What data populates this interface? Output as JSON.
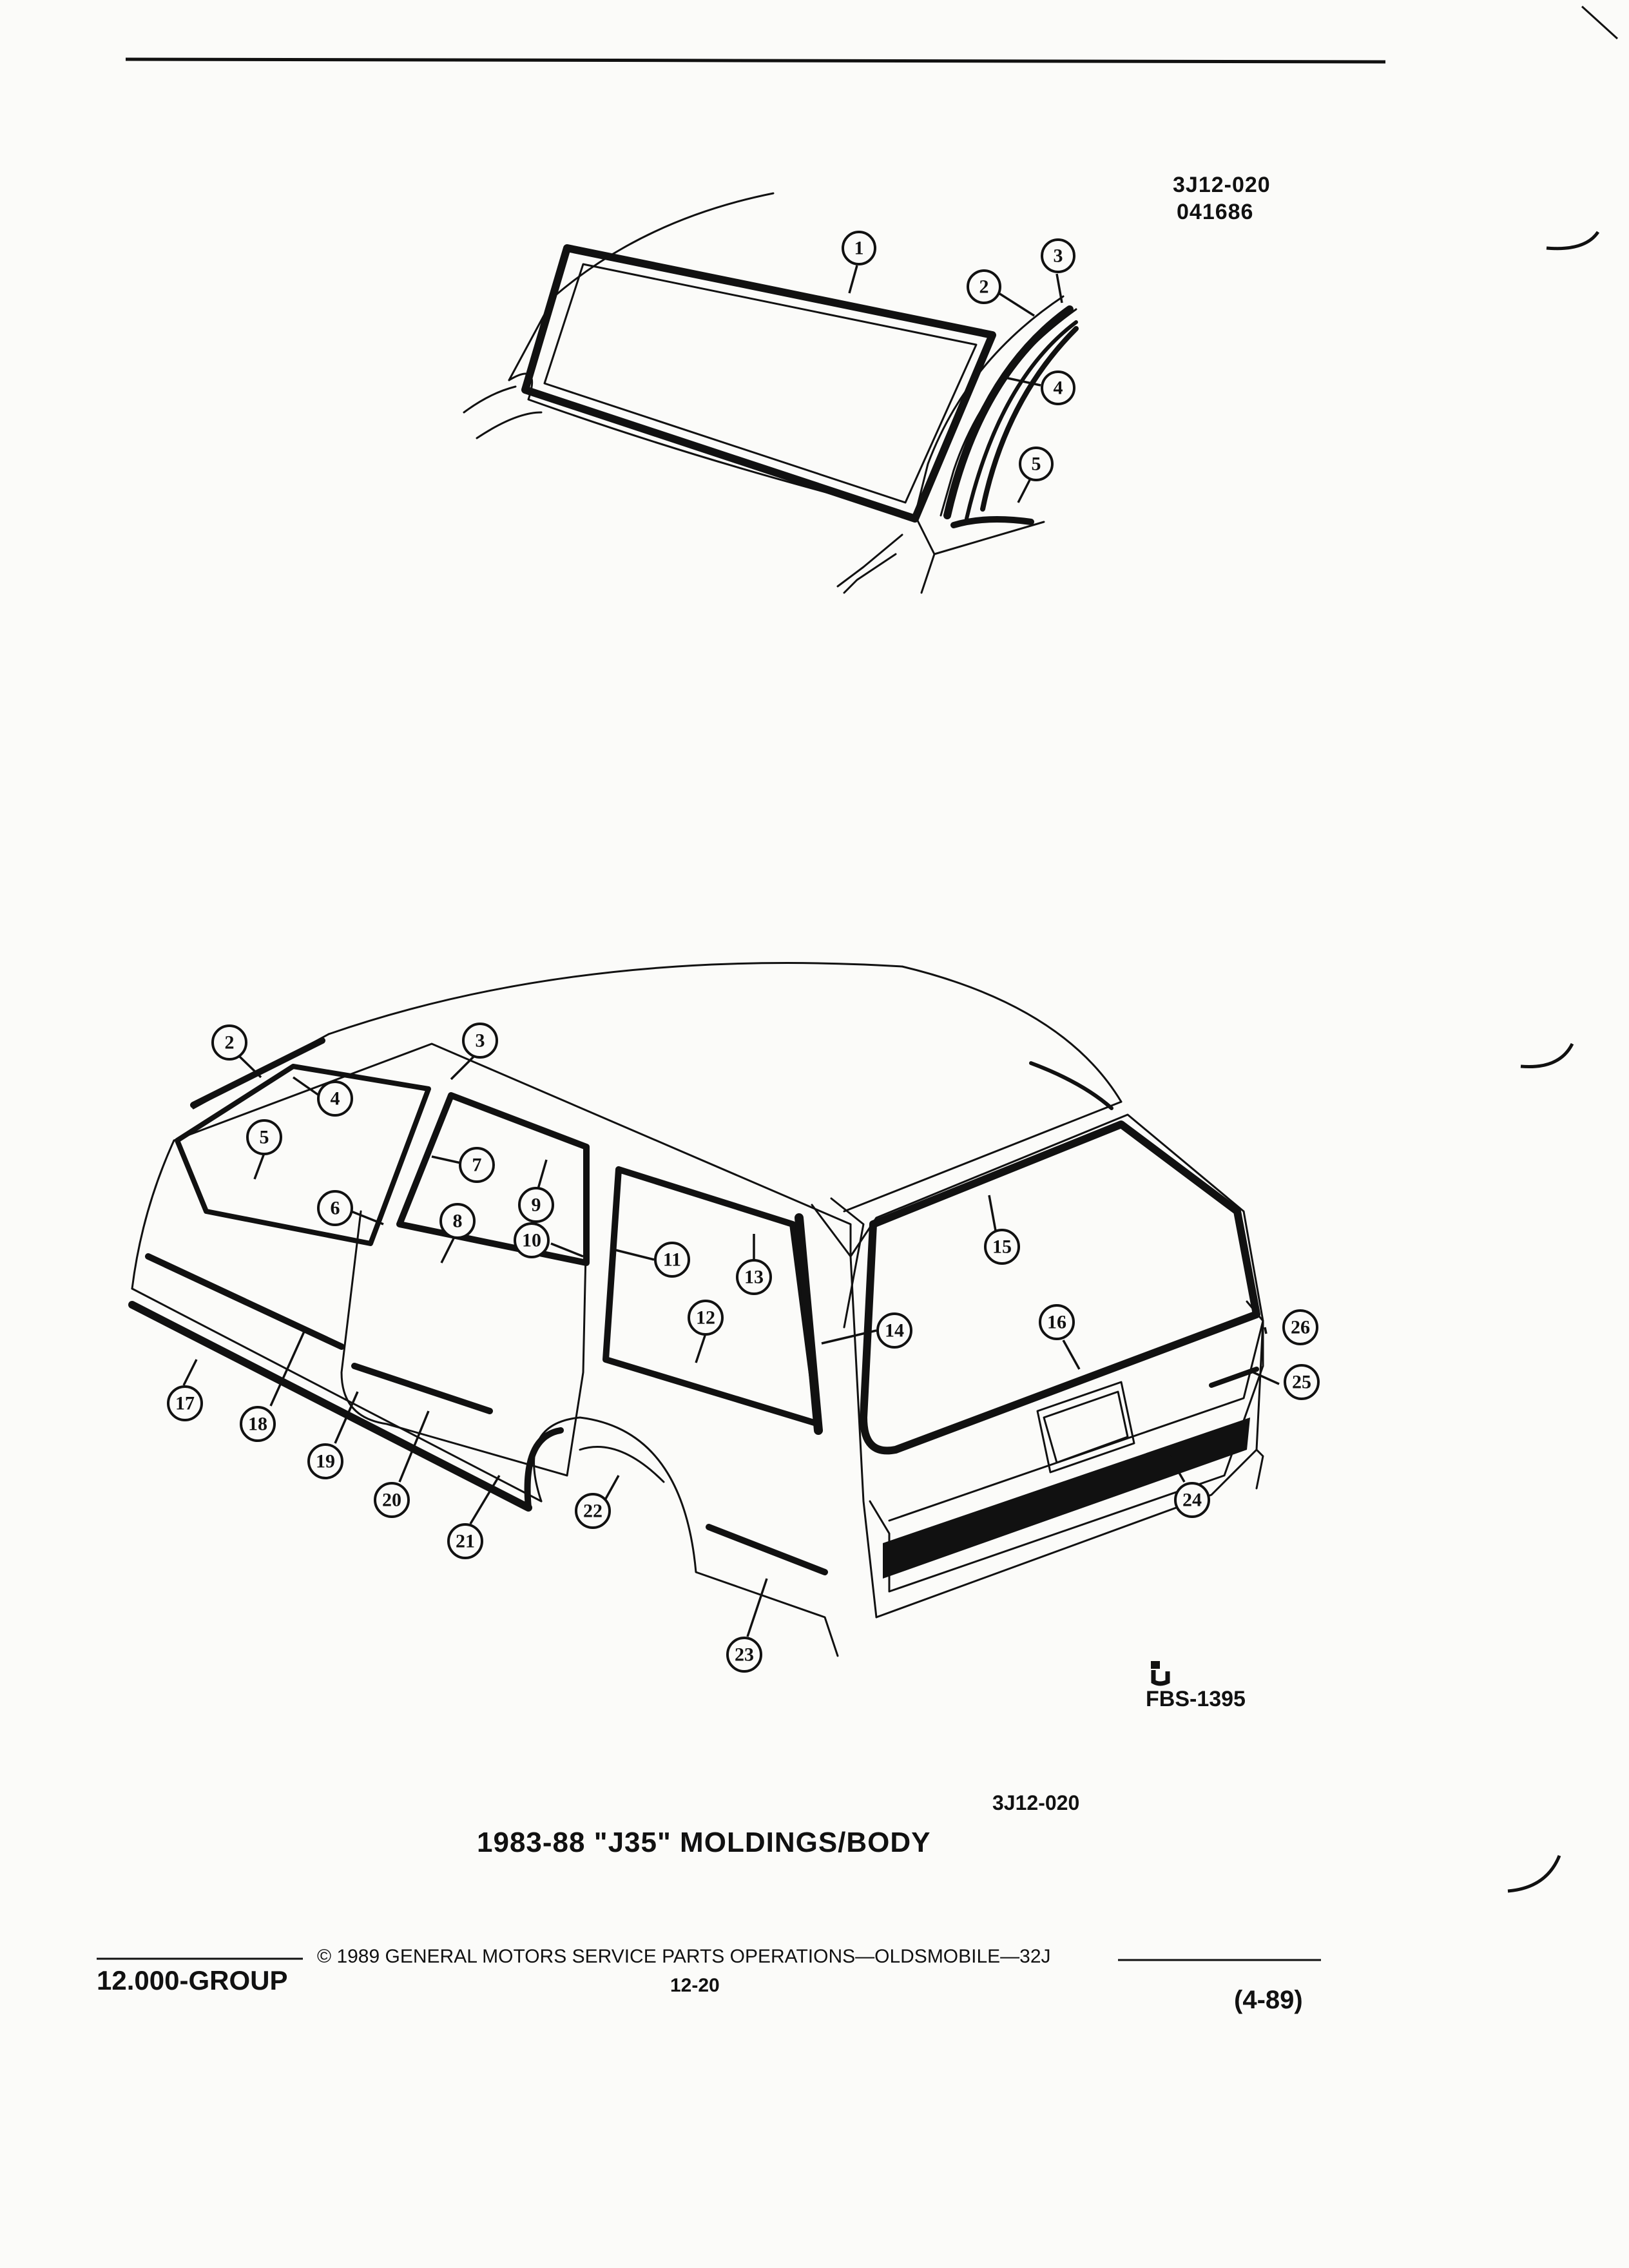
{
  "header": {
    "code_line1": "3J12-020",
    "code_line2": "041686"
  },
  "figure": {
    "fbs_code": "FBS-1395",
    "ref_code": "3J12-020",
    "title": "1983-88 \"J35\" MOLDINGS/BODY"
  },
  "callouts": {
    "top": [
      "1",
      "2",
      "3",
      "4",
      "5"
    ],
    "bottom": [
      "2",
      "3",
      "4",
      "5",
      "6",
      "7",
      "8",
      "9",
      "10",
      "11",
      "12",
      "13",
      "14",
      "15",
      "16",
      "17",
      "18",
      "19",
      "20",
      "21",
      "22",
      "23",
      "24",
      "25",
      "26"
    ]
  },
  "footer": {
    "group": "12.000-GROUP",
    "copyright": "© 1989 GENERAL MOTORS SERVICE PARTS OPERATIONS—OLDSMOBILE—32J",
    "page": "12-20",
    "date": "(4-89)"
  },
  "colors": {
    "ink": "#111111",
    "paper": "#fbfbf9"
  }
}
